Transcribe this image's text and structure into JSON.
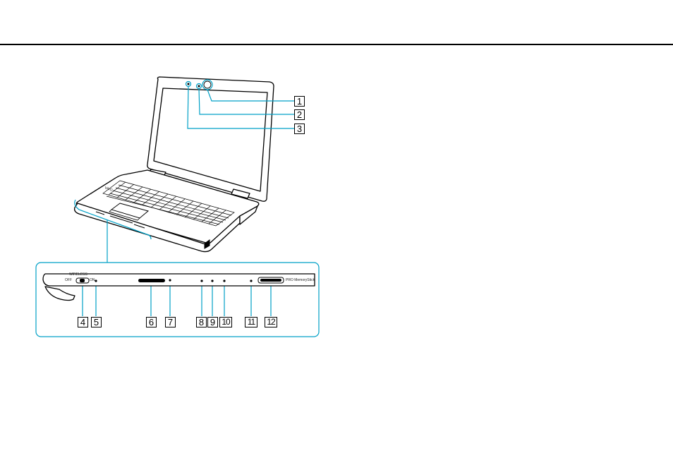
{
  "page": {
    "header_rule": true
  },
  "laptop": {
    "brand_on_palmrest": "VAIO",
    "callouts_top": [
      "1",
      "2",
      "3"
    ]
  },
  "front_panel": {
    "switch_label": "WIRELESS",
    "switch_off": "OFF",
    "switch_on": "ON",
    "memory_slot_label": "PRO MemoryStick",
    "callouts_bottom": [
      "4",
      "5",
      "6",
      "7",
      "8",
      "9",
      "10",
      "11",
      "12"
    ]
  },
  "colors": {
    "leader_line": "#00a0c6",
    "outline": "#000000",
    "body_fill": "#ffffff"
  },
  "icons": [
    "camera-lens-icon",
    "indicator-led-icon",
    "microphone-icon",
    "wireless-icon",
    "hdd-icon",
    "power-icon",
    "battery-icon",
    "disc-icon",
    "memorystick-icon"
  ]
}
